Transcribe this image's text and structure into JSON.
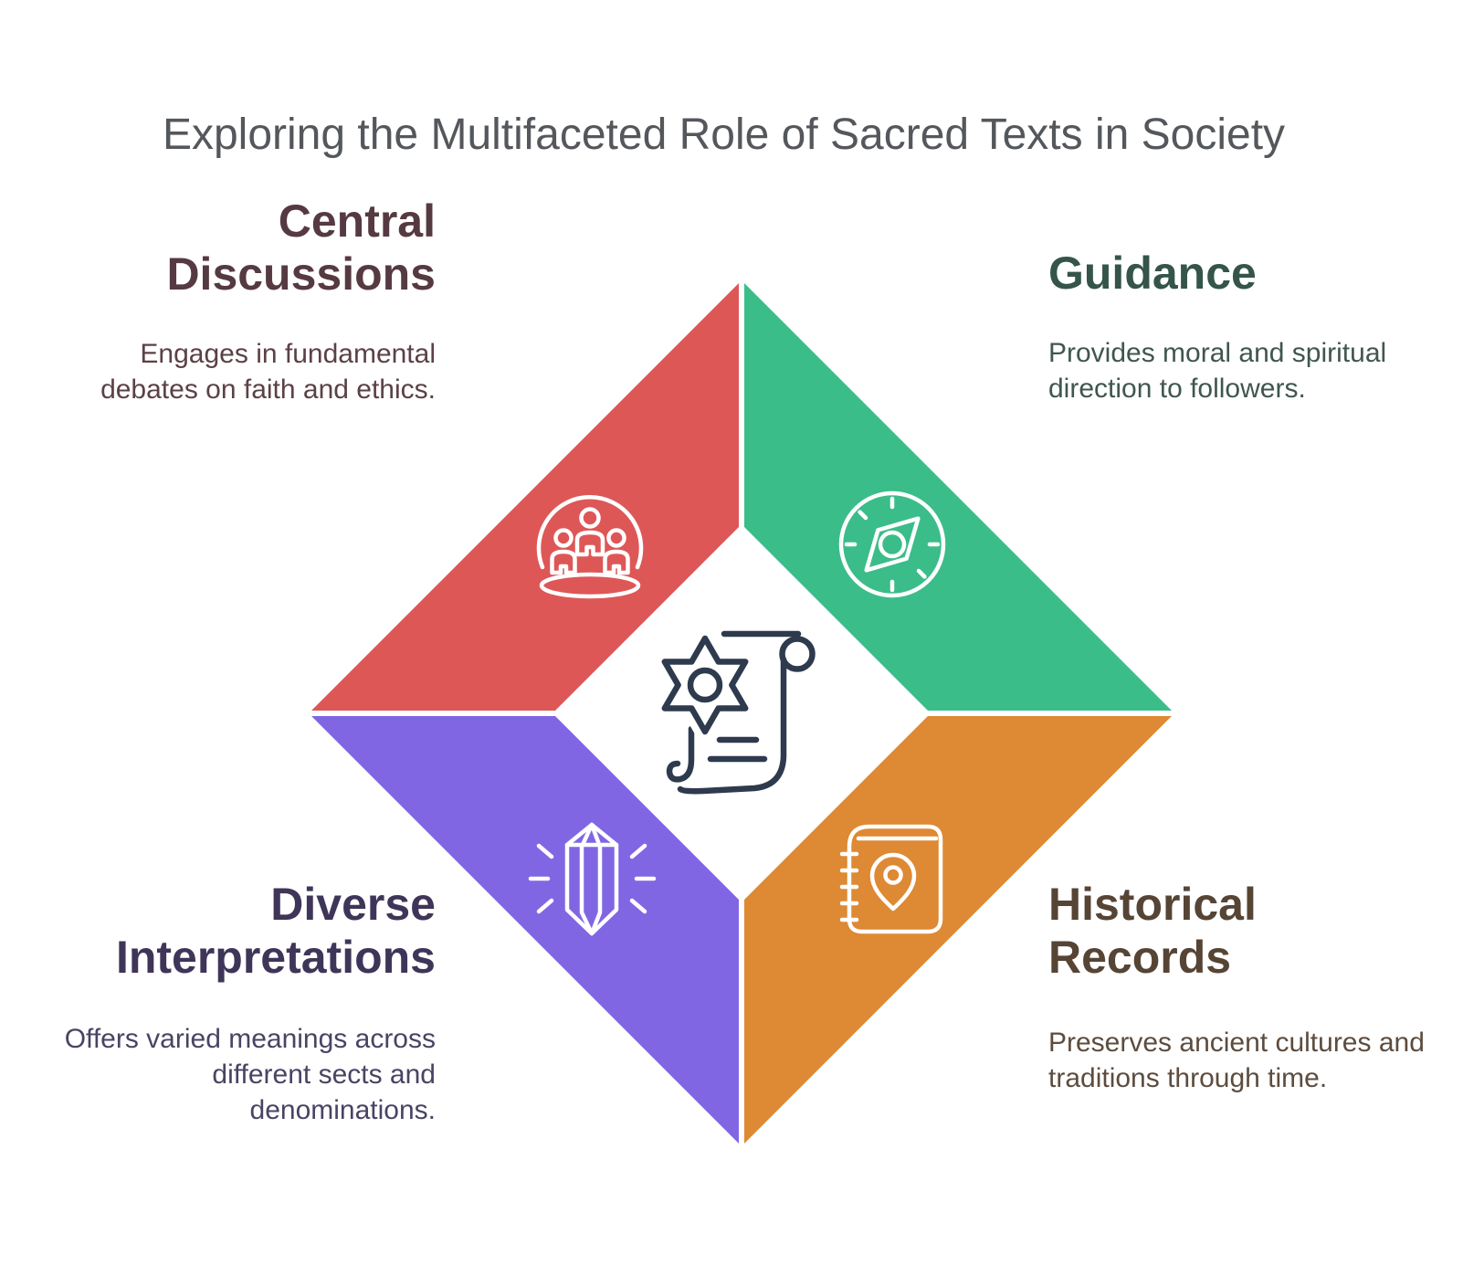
{
  "title": "Exploring the Multifaceted Role of Sacred Texts in Society",
  "colors": {
    "background": "#ffffff",
    "title_text": "#54575B",
    "quadrant_red": "#DE5757",
    "quadrant_green": "#3BBD89",
    "quadrant_purple": "#8166E3",
    "quadrant_orange": "#DE8933",
    "center_icon_stroke": "#2E3A4D",
    "quadrant_icon_stroke": "#FFFFFF",
    "heading_red": "#563A41",
    "heading_green": "#35544A",
    "heading_purple": "#3F3559",
    "heading_orange": "#564435",
    "body_red": "#5B4146",
    "body_green": "#40564E",
    "body_purple": "#4A4364",
    "body_orange": "#5D4C3E"
  },
  "sections": {
    "central_discussions": {
      "heading": "Central\nDiscussions",
      "body": "Engages in fundamental\ndebates on faith and ethics.",
      "icon": "community-people-icon"
    },
    "guidance": {
      "heading": "Guidance",
      "body": "Provides moral and spiritual\ndirection to followers.",
      "icon": "compass-icon"
    },
    "diverse_interpretations": {
      "heading": "Diverse\nInterpretations",
      "body": "Offers varied meanings across\ndifferent sects and\ndenominations.",
      "icon": "crystal-icon"
    },
    "historical_records": {
      "heading": "Historical\nRecords",
      "body": "Preserves ancient cultures and\ntraditions through time.",
      "icon": "journal-location-icon"
    }
  },
  "center": {
    "icon": "scroll-with-star-icon"
  }
}
